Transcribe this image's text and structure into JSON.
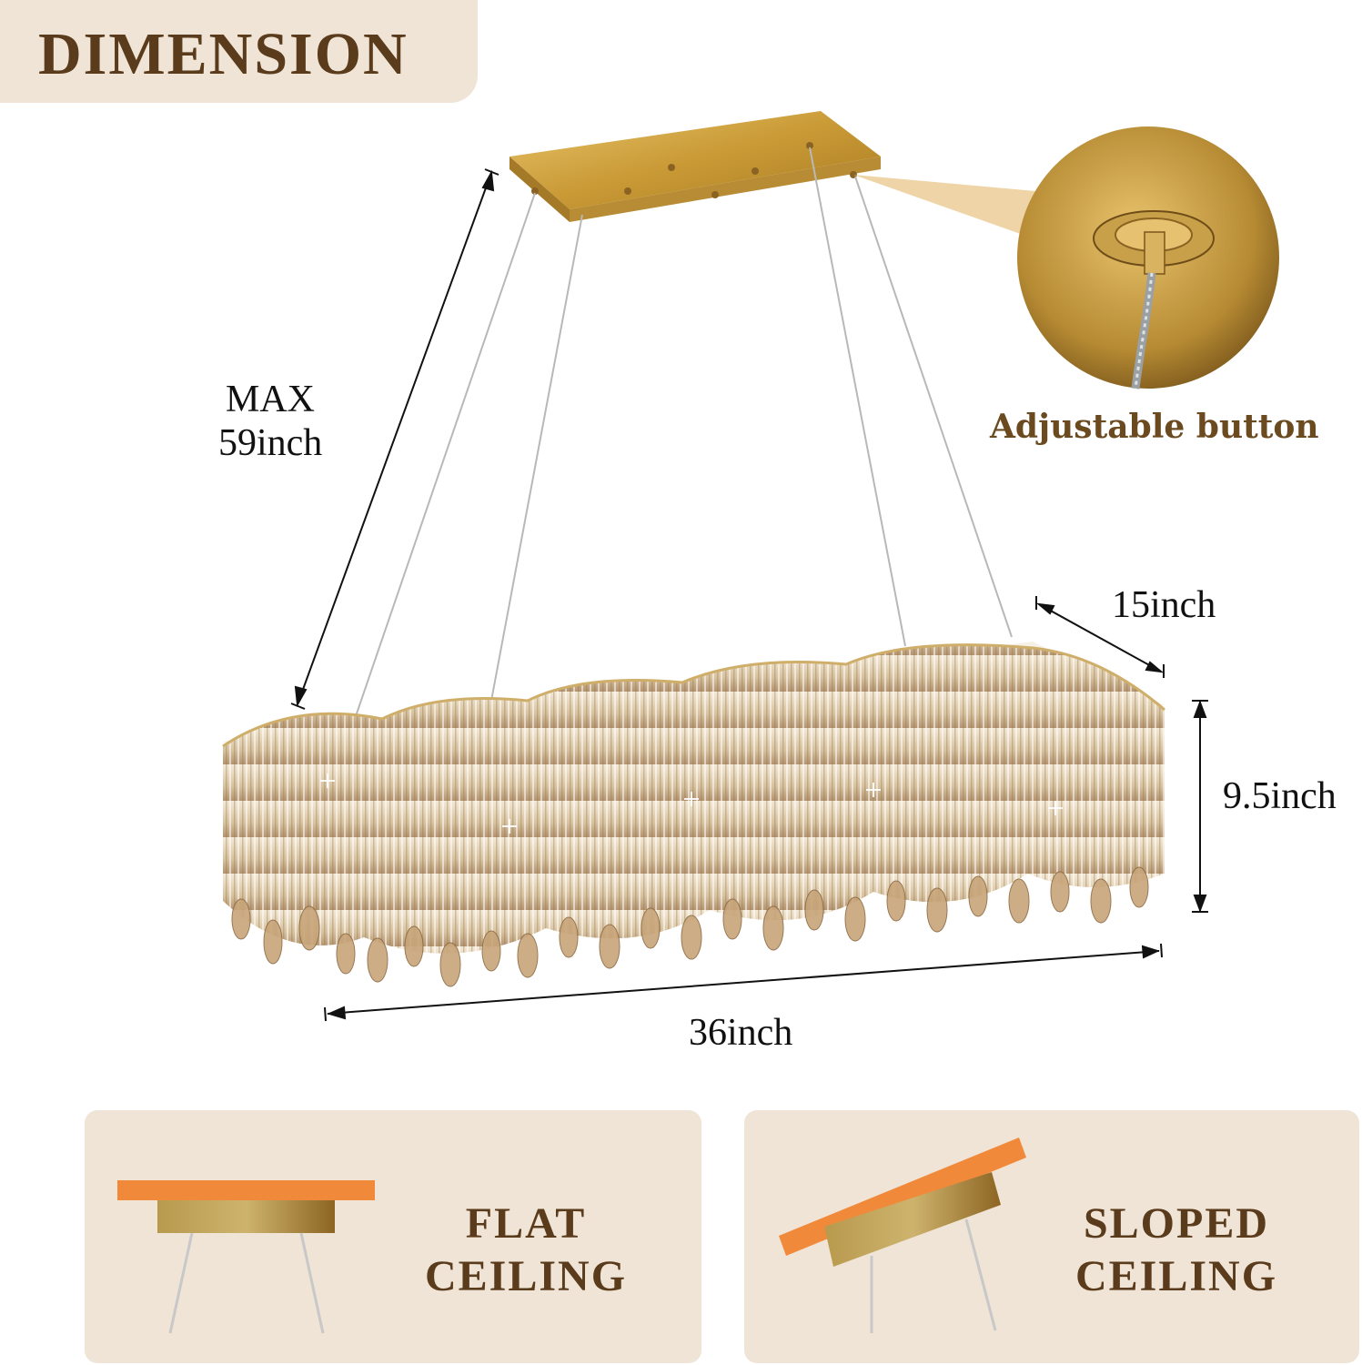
{
  "header": {
    "title": "DIMENSION"
  },
  "dimensions": {
    "height_max_line1": "MAX",
    "height_max_line2": "59inch",
    "depth": "15inch",
    "fixture_height": "9.5inch",
    "length": "36inch"
  },
  "detail": {
    "label": "Adjustable button"
  },
  "ceiling_types": {
    "flat_line1": "FLAT",
    "flat_line2": "CEILING",
    "sloped_line1": "SLOPED",
    "sloped_line2": "CEILING"
  },
  "colors": {
    "brand_brown": "#5a3b1c",
    "panel_beige": "#efe4d6",
    "ceiling_orange": "#f08a3a",
    "gold": "#c9a24a"
  }
}
